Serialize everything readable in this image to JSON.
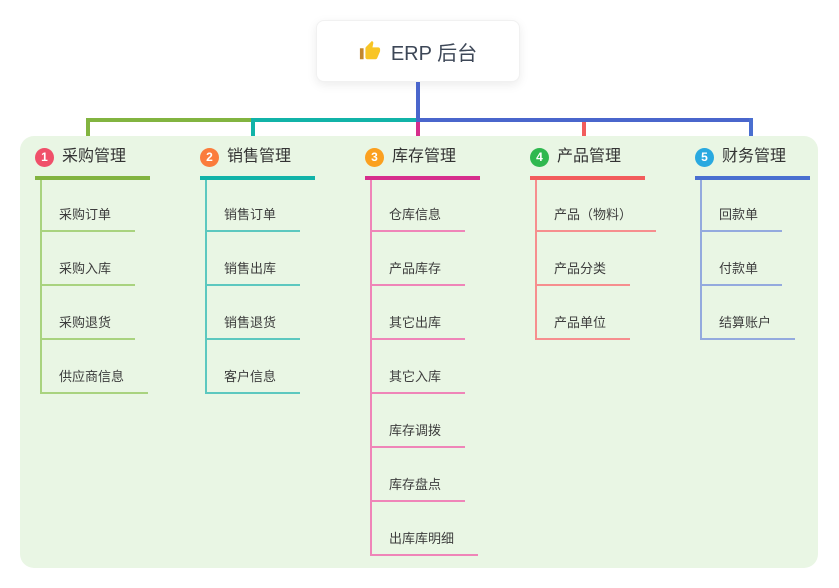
{
  "root": {
    "title": "ERP 后台",
    "icon": "thumbs-up-icon"
  },
  "panel": {
    "background": "#e9f6e4"
  },
  "connector": {
    "trunk_color": "#4a66cc"
  },
  "branches": [
    {
      "num": "1",
      "label": "采购管理",
      "badge_color": "#f0506a",
      "line_color": "#82b440",
      "child_line_color": "#a9d37f",
      "children": [
        "采购订单",
        "采购入库",
        "采购退货",
        "供应商信息"
      ]
    },
    {
      "num": "2",
      "label": "销售管理",
      "badge_color": "#fb7c3c",
      "line_color": "#11b3a8",
      "child_line_color": "#5cc8bf",
      "children": [
        "销售订单",
        "销售出库",
        "销售退货",
        "客户信息"
      ]
    },
    {
      "num": "3",
      "label": "库存管理",
      "badge_color": "#fba01f",
      "line_color": "#d62e8c",
      "child_line_color": "#ef85b8",
      "children": [
        "仓库信息",
        "产品库存",
        "其它出库",
        "其它入库",
        "库存调拨",
        "库存盘点",
        "出库库明细"
      ]
    },
    {
      "num": "4",
      "label": "产品管理",
      "badge_color": "#2fb84f",
      "line_color": "#f25c5c",
      "child_line_color": "#f68e8e",
      "children": [
        "产品（物料）",
        "产品分类",
        "产品单位"
      ]
    },
    {
      "num": "5",
      "label": "财务管理",
      "badge_color": "#29a9e0",
      "line_color": "#4a6fd0",
      "child_line_color": "#94aade",
      "children": [
        "回款单",
        "付款单",
        "结算账户"
      ]
    }
  ]
}
